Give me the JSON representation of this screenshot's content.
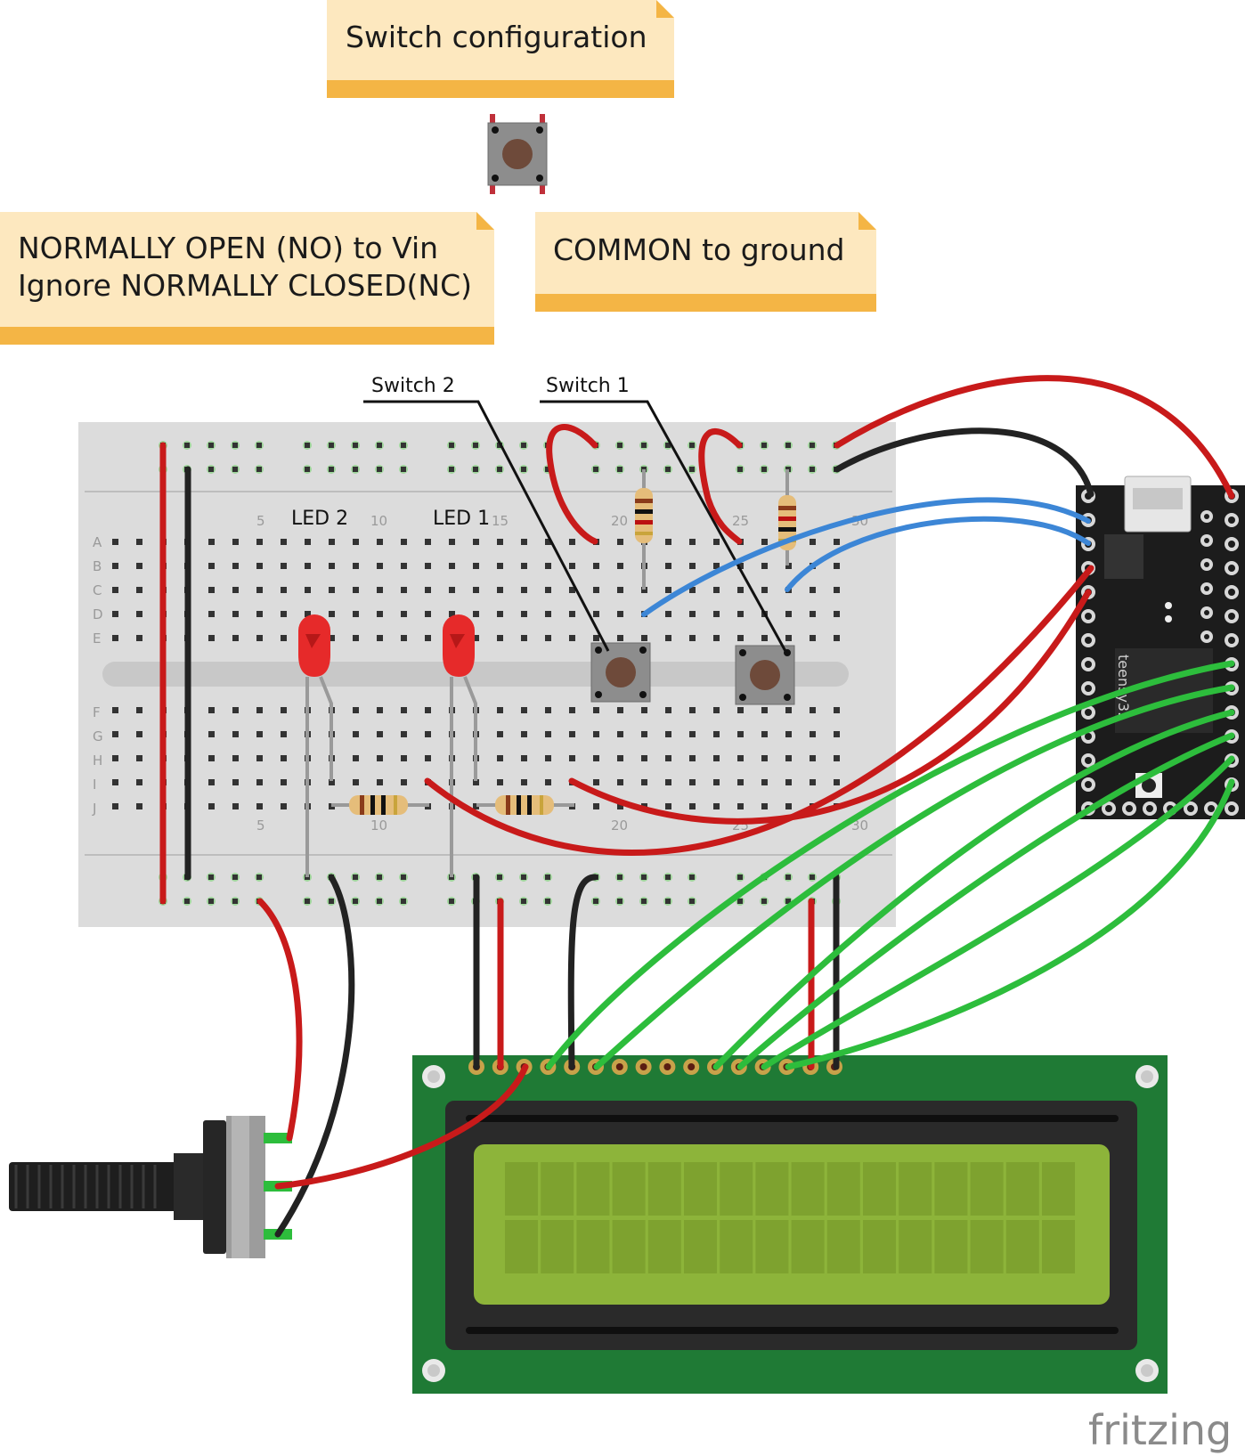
{
  "notes": {
    "title": "Switch configuration",
    "no_line1": "NORMALLY OPEN (NO) to Vin",
    "no_line2": "Ignore NORMALLY CLOSED(NC)",
    "common": "COMMON to ground"
  },
  "labels": {
    "switch2": "Switch 2",
    "switch1": "Switch 1",
    "led2": "LED 2",
    "led1": "LED 1"
  },
  "breadboard": {
    "row_letters_top": [
      "A",
      "B",
      "C",
      "D",
      "E"
    ],
    "row_letters_bottom": [
      "F",
      "G",
      "H",
      "I",
      "J"
    ],
    "column_numbers": [
      "5",
      "10",
      "15",
      "20",
      "25",
      "30"
    ]
  },
  "teensy_label": "teensy3.",
  "watermark": "fritzing",
  "colors": {
    "note_fill": "#fde8bf",
    "note_bar": "#f4b545",
    "wire_red": "#c81a1a",
    "wire_black": "#222222",
    "wire_blue": "#3c86d6",
    "wire_green": "#2dbd3c",
    "lcd_board": "#1f7a35",
    "lcd_screen": "#8db43a"
  }
}
